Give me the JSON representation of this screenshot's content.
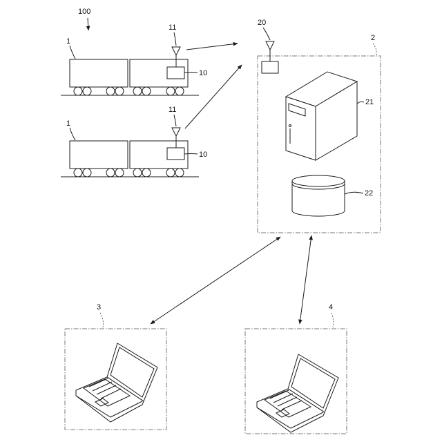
{
  "labels": {
    "system": "100",
    "train_top": "1",
    "train_bottom": "1",
    "antenna_top": "11",
    "antenna_bottom": "11",
    "device_top": "10",
    "device_bottom": "10",
    "server_system": "2",
    "server_antenna": "20",
    "server": "21",
    "database": "22",
    "terminal_a": "3",
    "terminal_b": "4"
  }
}
